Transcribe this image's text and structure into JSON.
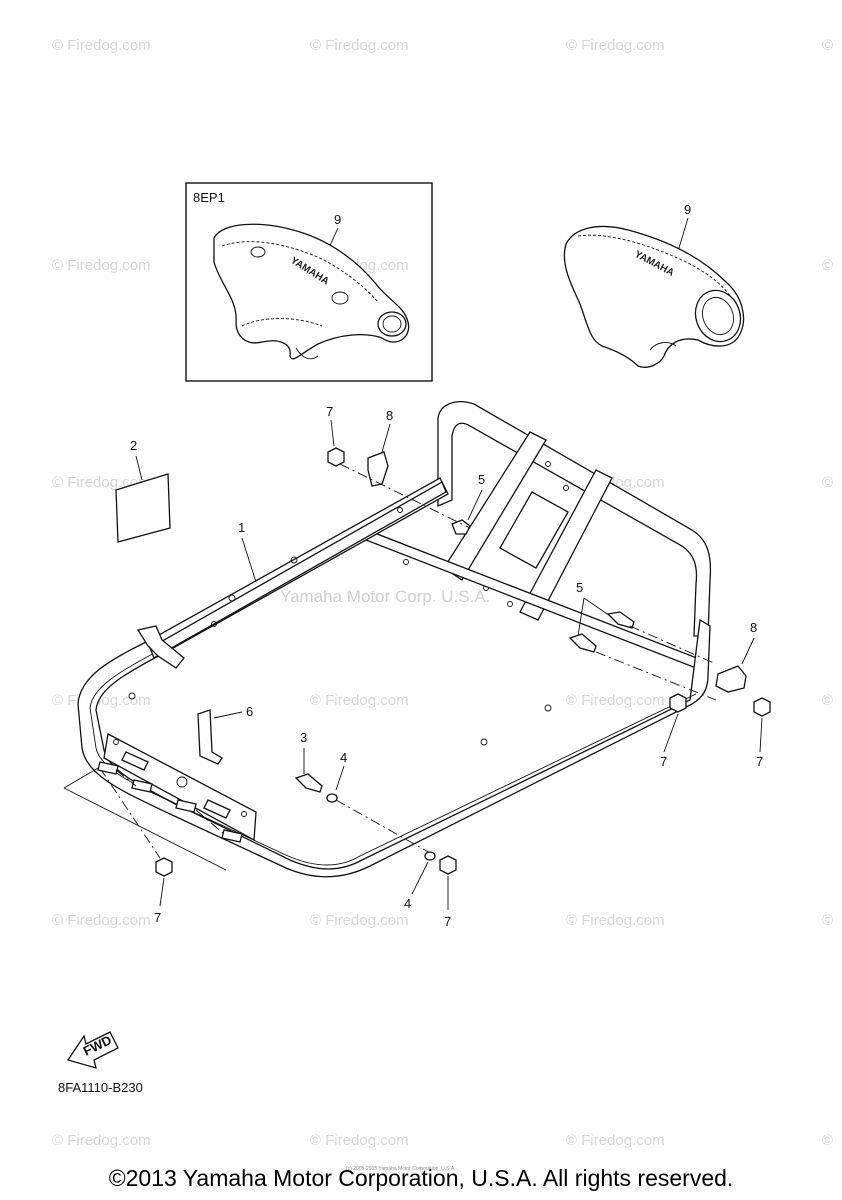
{
  "watermark": {
    "text": "© Firedog.com",
    "corner_mark": "©",
    "center_text": "Yamaha Motor Corp. U.S.A."
  },
  "inset": {
    "label": "8EP1",
    "callout": "9"
  },
  "callouts": {
    "part_1": "1",
    "part_2": "2",
    "part_3": "3",
    "part_4": "4",
    "part_5": "5",
    "part_6": "6",
    "part_7": "7",
    "part_8": "8",
    "part_9": "9"
  },
  "cover_logo": "YAMAHA",
  "fwd_label": "FWD",
  "diagram_code": "8FA1110-B230",
  "footer": {
    "copyright": "©2013 Yamaha Motor Corporation, U.S.A. All rights reserved.",
    "fine_print": "(c) 2005-2015 Yamaha Motor Corporation, U.S.A."
  }
}
